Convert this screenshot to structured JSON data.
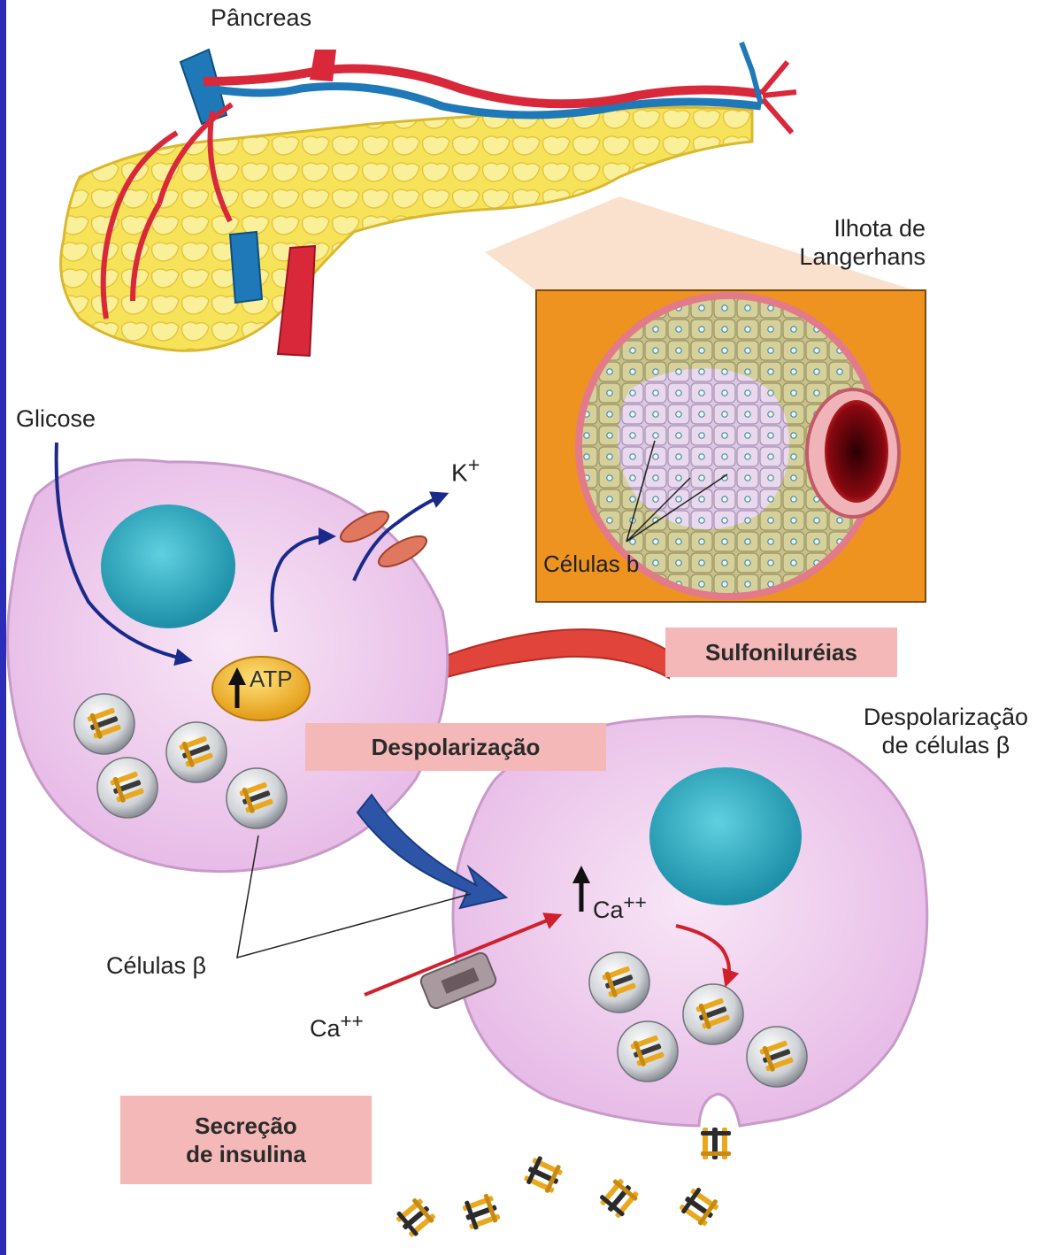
{
  "labels": {
    "pancreas": "Pâncreas",
    "islet": [
      "Ilhota de",
      "Langerhans"
    ],
    "glicose": "Glicose",
    "potassium": "K",
    "potassium_sup": "+",
    "atp": "ATP",
    "cells_b": "Células b",
    "depolarization_cells": [
      "Despolarização",
      "de células β"
    ],
    "cells_beta": "Células β",
    "calcium_inside": "Ca",
    "calcium_inside_sup": "++",
    "calcium_outside": "Ca",
    "calcium_outside_sup": "++"
  },
  "boxes": {
    "sulfonylureas": "Sulfoniluréias",
    "depolarization": "Despolarização",
    "insulin_secretion": [
      "Secreção",
      "de insulina"
    ]
  },
  "colors": {
    "edge_bar": "#2b2cb8",
    "pancreas_tissue": "#f7e35a",
    "artery": "#d8283a",
    "vein": "#1f78b8",
    "islet_background": "#ee9320",
    "cell_membrane": "#eecaee",
    "nucleus": "#2aa4bc",
    "atp_granule": "#f0b228",
    "arrow_dark_blue": "#1a2a8a",
    "arrow_blue": "#2c55a8",
    "arrow_red": "#e0443a",
    "label_box": "#f4b8b8",
    "insulin": "#f0b228"
  }
}
